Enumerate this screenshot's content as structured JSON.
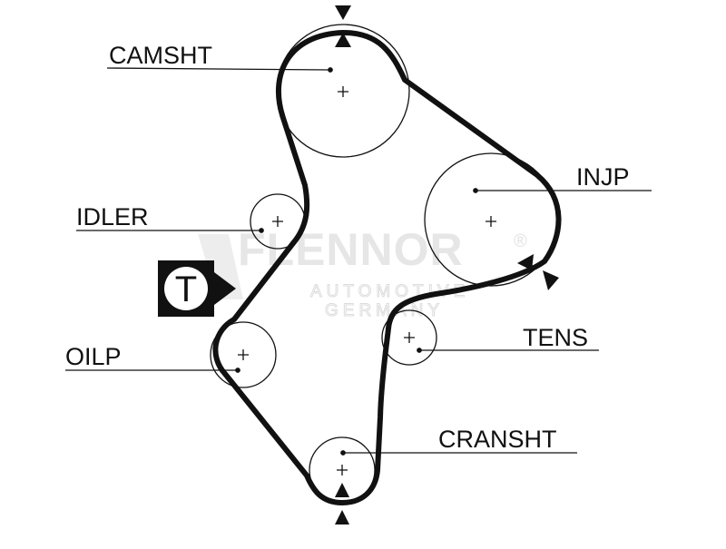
{
  "labels": {
    "camshaft": "CAMSHT",
    "injection_pump": "INJP",
    "idler": "IDLER",
    "oil_pump": "OILP",
    "tensioner": "TENS",
    "crankshaft": "CRANSHT"
  },
  "tensioner_symbol": "T",
  "watermark": {
    "brand": "FLENNOR",
    "registered": "®",
    "line1": "AUTOMOTIVE",
    "line2": "GERMANY"
  },
  "colors": {
    "belt": "#111111",
    "ink": "#111111",
    "watermark": "#e6e6e6",
    "background": "#ffffff"
  }
}
